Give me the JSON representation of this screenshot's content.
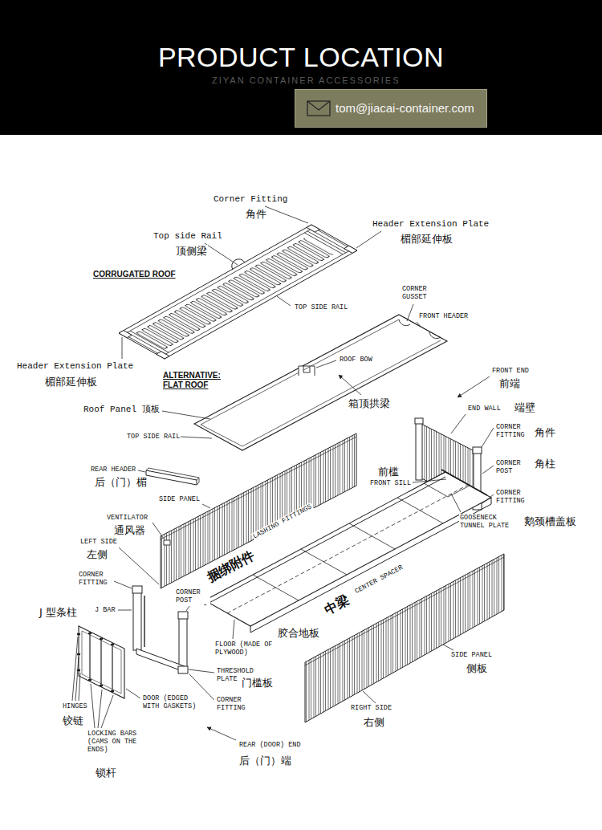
{
  "diagram": {
    "title": "PRODUCT LOCATION",
    "nodes": [
      {
        "text": [
          "tom@jiacai-container.com"
        ]
      }
    ],
    "labels": [
      "ZIYAN CONTAINER ACCESSORIES",
      "Corner Fitting",
      "角件",
      "Header Extension Plate",
      "楣部延伸板",
      "Top side Rail",
      "顶侧梁",
      "CORRUGATED ROOF",
      "TOP SIDE RAIL",
      "CORNER GUSSET",
      "FRONT HEADER",
      "Header Extension Plate",
      "楣部延伸板",
      "ALTERNATIVE: FLAT ROOF",
      "ROOF BOW",
      "箱顶拱梁",
      "FRONT END",
      "前端",
      "Roof Panel 顶板",
      "END WALL",
      "端壁",
      "CORNER FITTING",
      "角件",
      "TOP SIDE RAIL",
      "前槛",
      "FRONT SILL",
      "CORNER POST",
      "角柱",
      "REAR HEADER",
      "后（门）楣",
      "SIDE PANEL",
      "CORNER FITTING",
      "VENTILATOR",
      "通风器",
      "LASHING FITTINGS",
      "GOOSENECK TUNNEL PLATE",
      "鹅颈槽盖板",
      "LEFT SIDE",
      "左侧",
      "捆绑附件",
      "CORNER FITTING",
      "CORNER POST",
      "J 型条柱",
      "J BAR",
      "中梁",
      "CENTER SPACER",
      "FLOOR (MADE OF PLYWOOD)",
      "胶合地板",
      "SIDE PANEL",
      "侧板",
      "THRESHOLD PLATE",
      "门槛板",
      "HINGES",
      "铰链",
      "DOOR (EDGED WITH GASKETS)",
      "CORNER FITTING",
      "RIGHT SIDE",
      "右侧",
      "LOCKING BARS (CAMS ON THE ENDS)",
      "锁杆",
      "REAR (DOOR) END",
      "后（门）端"
    ]
  }
}
